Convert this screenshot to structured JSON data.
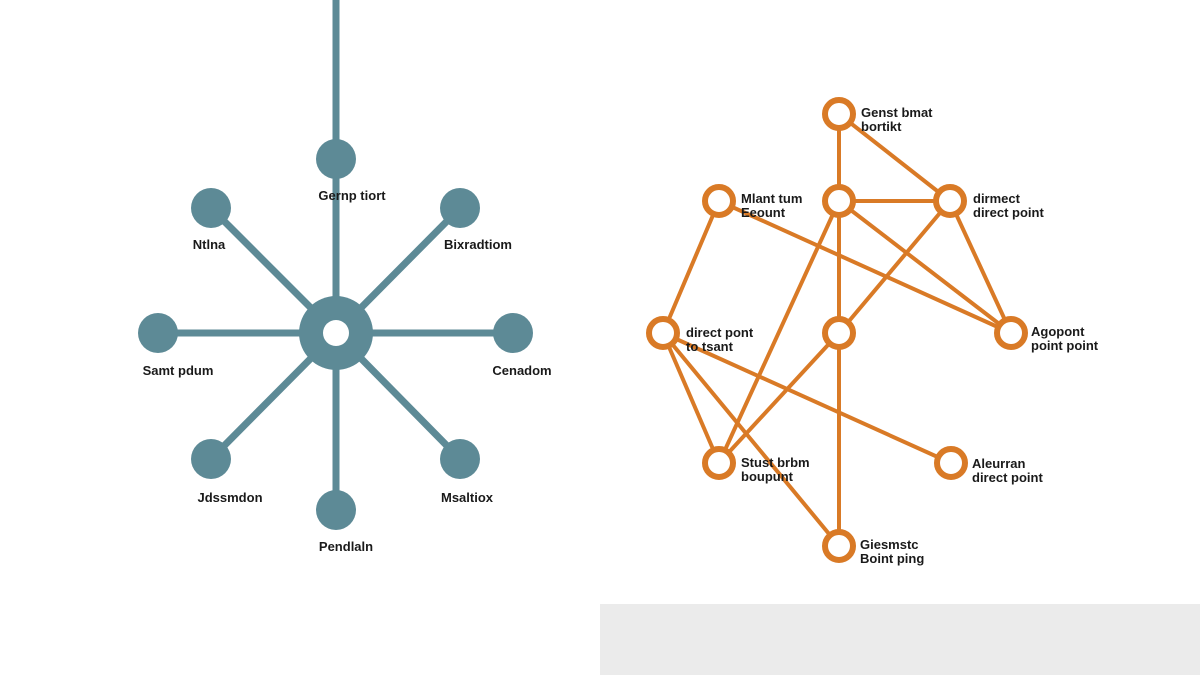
{
  "colors": {
    "background": "#ffffff",
    "star": "#5d8a96",
    "network": "#d97a26",
    "panel": "#ebebeb",
    "text": "#1a1a1a"
  },
  "star": {
    "hub_label": "",
    "nodes": [
      {
        "id": "top",
        "label": "Gernp tiort"
      },
      {
        "id": "upper-left",
        "label": "Ntlna"
      },
      {
        "id": "upper-right",
        "label": "Bixradtiom"
      },
      {
        "id": "left",
        "label": "Samt pdum"
      },
      {
        "id": "right",
        "label": "Cenadom"
      },
      {
        "id": "lower-left",
        "label": "Jdssmdon"
      },
      {
        "id": "lower-right",
        "label": "Msaltiox"
      },
      {
        "id": "bottom",
        "label": "Pendlaln"
      }
    ]
  },
  "network": {
    "nodes": [
      {
        "id": "n1",
        "label": [
          "Genst bmat",
          "bortikt"
        ]
      },
      {
        "id": "n2",
        "label": [
          "Mlant tum",
          "Eeount"
        ]
      },
      {
        "id": "n3",
        "label": [
          "",
          ""
        ]
      },
      {
        "id": "n4",
        "label": [
          "dirmect",
          "direct point"
        ]
      },
      {
        "id": "n5",
        "label": [
          "direct pont",
          "to tsant"
        ]
      },
      {
        "id": "n6",
        "label": [
          "",
          ""
        ]
      },
      {
        "id": "n7",
        "label": [
          "Agopont",
          "point point"
        ]
      },
      {
        "id": "n8",
        "label": [
          "Stust brbm",
          "boupunt"
        ]
      },
      {
        "id": "n9",
        "label": [
          "Aleurran",
          "direct point"
        ]
      },
      {
        "id": "n10",
        "label": [
          "Giesmstc",
          "Boint ping"
        ]
      }
    ],
    "edges": [
      [
        "n1",
        "n3"
      ],
      [
        "n1",
        "n4"
      ],
      [
        "n3",
        "n4"
      ],
      [
        "n2",
        "n7"
      ],
      [
        "n2",
        "n5"
      ],
      [
        "n3",
        "n6"
      ],
      [
        "n3",
        "n8"
      ],
      [
        "n4",
        "n6"
      ],
      [
        "n4",
        "n7"
      ],
      [
        "n3",
        "n7"
      ],
      [
        "n6",
        "n8"
      ],
      [
        "n6",
        "n10"
      ],
      [
        "n5",
        "n8"
      ],
      [
        "n5",
        "n9"
      ],
      [
        "n5",
        "n10"
      ]
    ]
  }
}
